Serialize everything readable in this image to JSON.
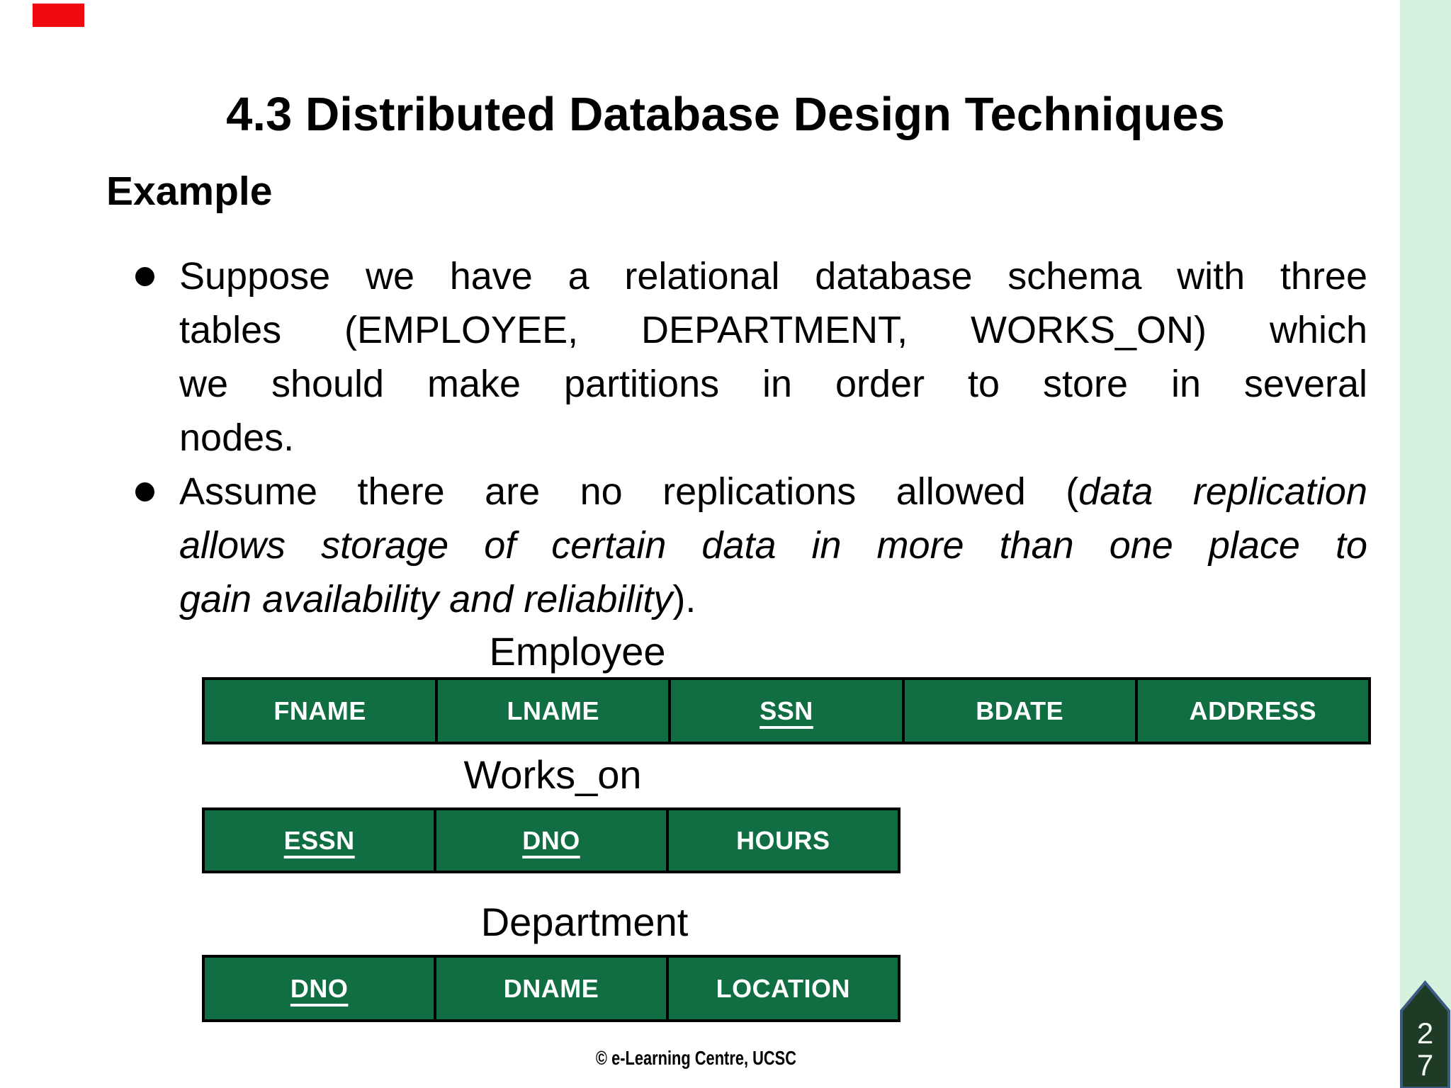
{
  "slide": {
    "title": "4.3 Distributed Database Design Techniques",
    "example_heading": "Example",
    "bullets": {
      "b1_line1": "Suppose we have a relational database schema with three",
      "b1_line2": "tables (EMPLOYEE, DEPARTMENT, WORKS_ON)  which",
      "b1_line3": "we should make partitions in order to store in several",
      "b1_line4": "nodes.",
      "b2_line1_normal": "Assume there are no replications allowed (",
      "b2_line1_italic": "data replication",
      "b2_line2_italic": "allows storage of certain data in more than one place to",
      "b2_line3_italic": "gain availability and reliability",
      "b2_line3_normal": ")."
    }
  },
  "tables": [
    {
      "title": "Employee",
      "columns": [
        {
          "label": "FNAME",
          "key": false
        },
        {
          "label": "LNAME",
          "key": false
        },
        {
          "label": "SSN",
          "key": true
        },
        {
          "label": "BDATE",
          "key": false
        },
        {
          "label": "ADDRESS",
          "key": false
        }
      ]
    },
    {
      "title": "Works_on",
      "columns": [
        {
          "label": "ESSN",
          "key": true
        },
        {
          "label": "DNO",
          "key": true
        },
        {
          "label": "HOURS",
          "key": false
        }
      ]
    },
    {
      "title": "Department",
      "columns": [
        {
          "label": "DNO",
          "key": true
        },
        {
          "label": "DNAME",
          "key": false
        },
        {
          "label": "LOCATION",
          "key": false
        }
      ]
    }
  ],
  "footer": {
    "copyright": "© e-Learning Centre, UCSC"
  },
  "page": {
    "digit_top": "2",
    "digit_bottom": "7"
  },
  "colors": {
    "table_green": "#106e42",
    "sidebar_mint": "#d5f2de",
    "pentagon_fill": "#1e3b26",
    "pentagon_border": "#3d5a85",
    "indicator_red": "#ef0a0f"
  }
}
